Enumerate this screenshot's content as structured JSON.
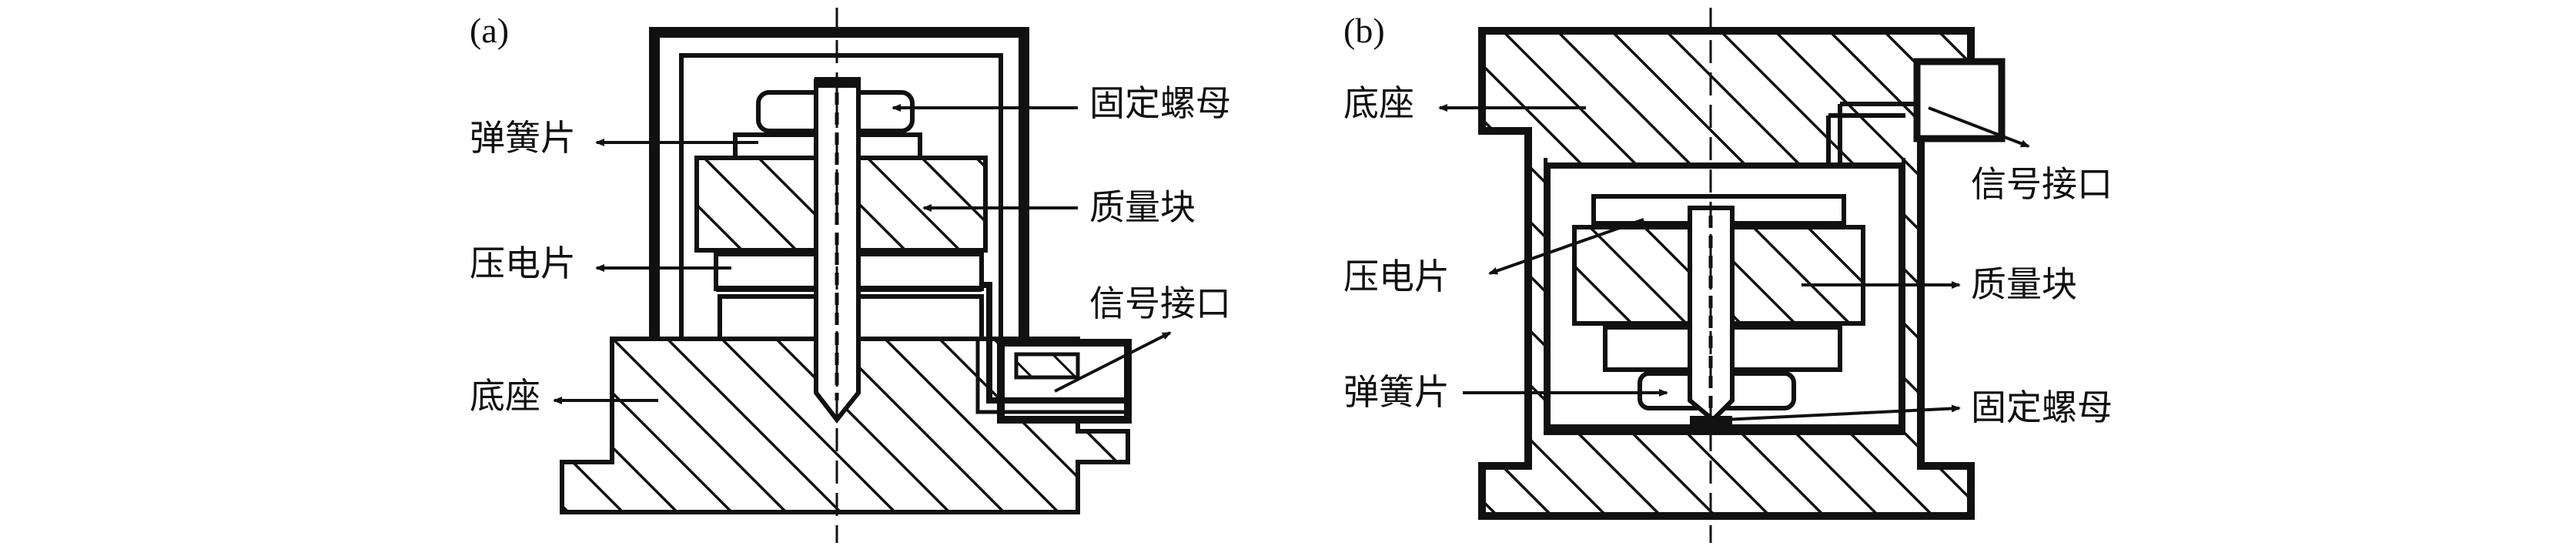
{
  "panel_a": {
    "tag": "(a)",
    "labels": {
      "spring": "弹簧片",
      "piezo": "压电片",
      "base": "底座",
      "nut": "固定螺母",
      "mass": "质量块",
      "signal": "信号接口"
    }
  },
  "panel_b": {
    "tag": "(b)",
    "labels": {
      "base": "底座",
      "piezo": "压电片",
      "spring": "弹簧片",
      "signal": "信号接口",
      "mass": "质量块",
      "nut": "固定螺母"
    }
  },
  "colors": {
    "ink": "#111111",
    "background": "#ffffff"
  }
}
